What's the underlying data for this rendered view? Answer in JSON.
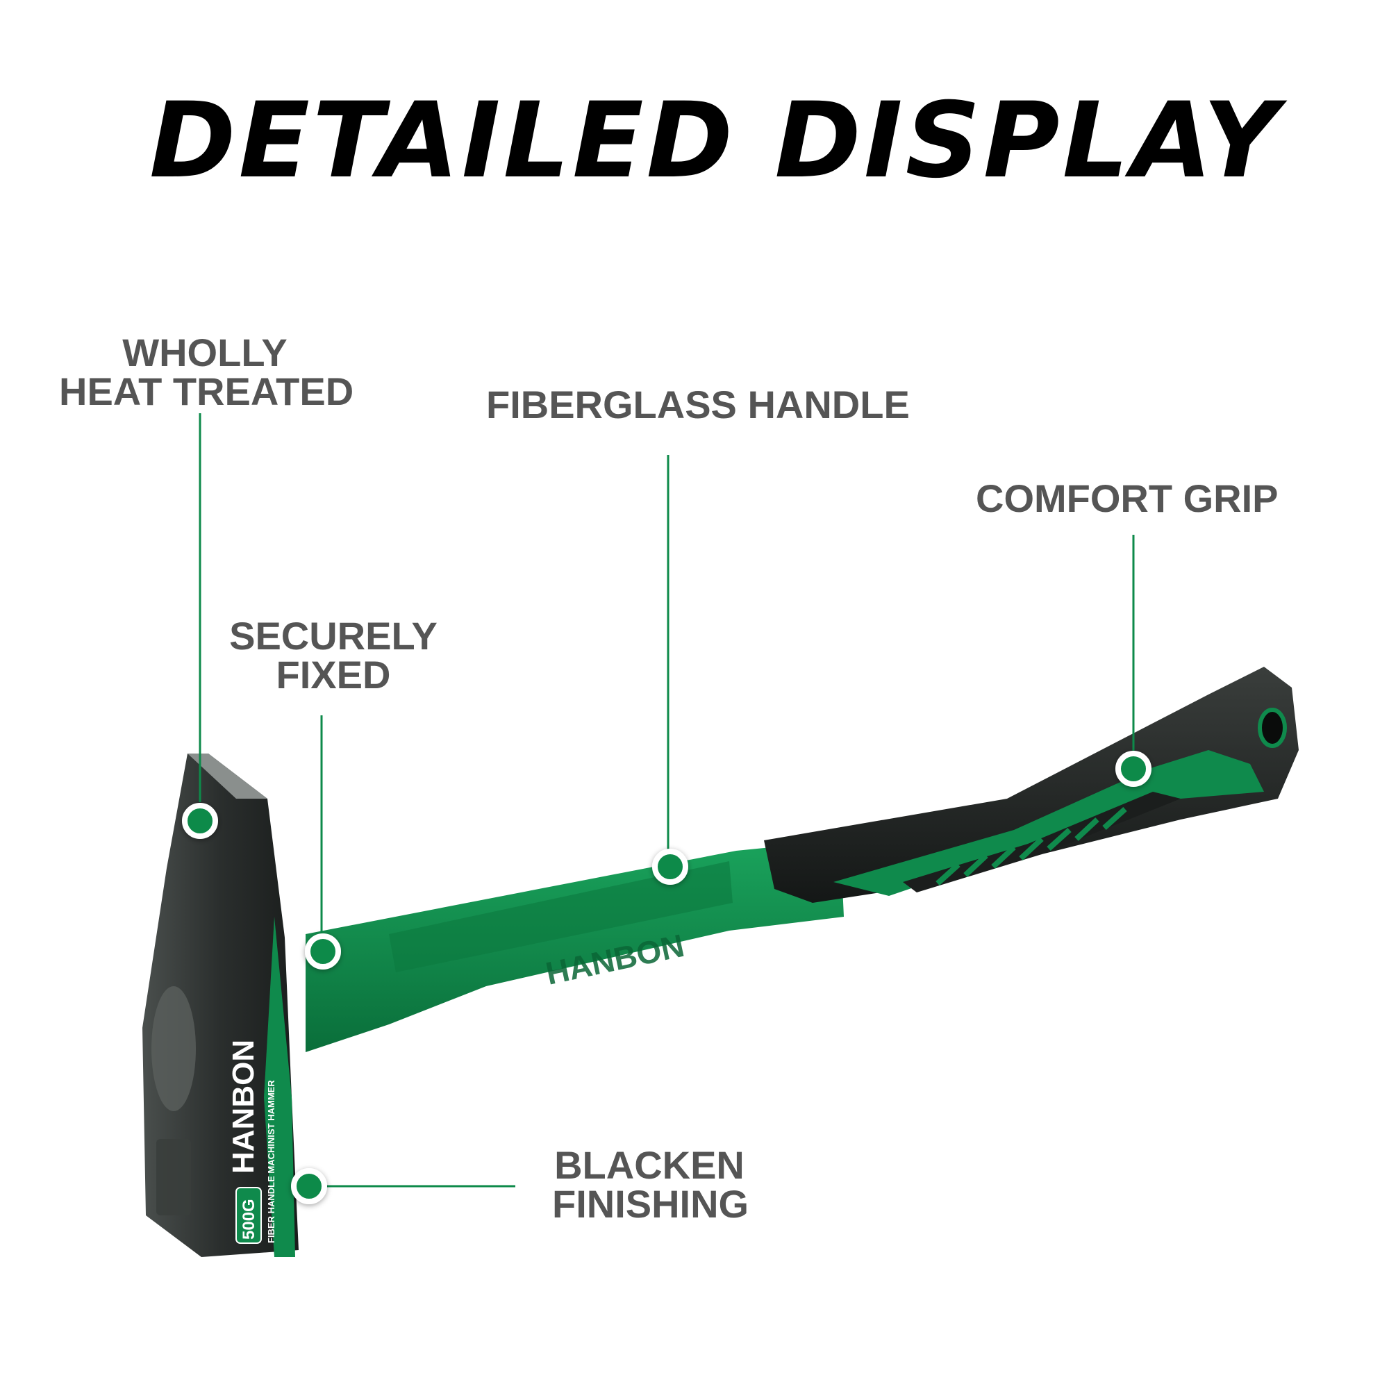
{
  "title": "DETAILED DISPLAY",
  "callouts": {
    "heat": {
      "line1": "WHOLLY",
      "line2": "HEAT TREATED"
    },
    "fiberglass": {
      "line1": "FIBERGLASS HANDLE"
    },
    "grip": {
      "line1": "COMFORT GRIP"
    },
    "fixed": {
      "line1": "SECURELY",
      "line2": "FIXED"
    },
    "blacken": {
      "line1": "BLACKEN",
      "line2": "FINISHING"
    }
  },
  "product": {
    "brand": "HANBON",
    "weight": "500G",
    "description": "FIBER HANDLE MACHINIST HAMMER"
  },
  "colors": {
    "accent": "#0d8a4a",
    "handle_green": "#0f8a4c",
    "grip_black": "#1c1f1e",
    "text_gray": "#555555"
  }
}
